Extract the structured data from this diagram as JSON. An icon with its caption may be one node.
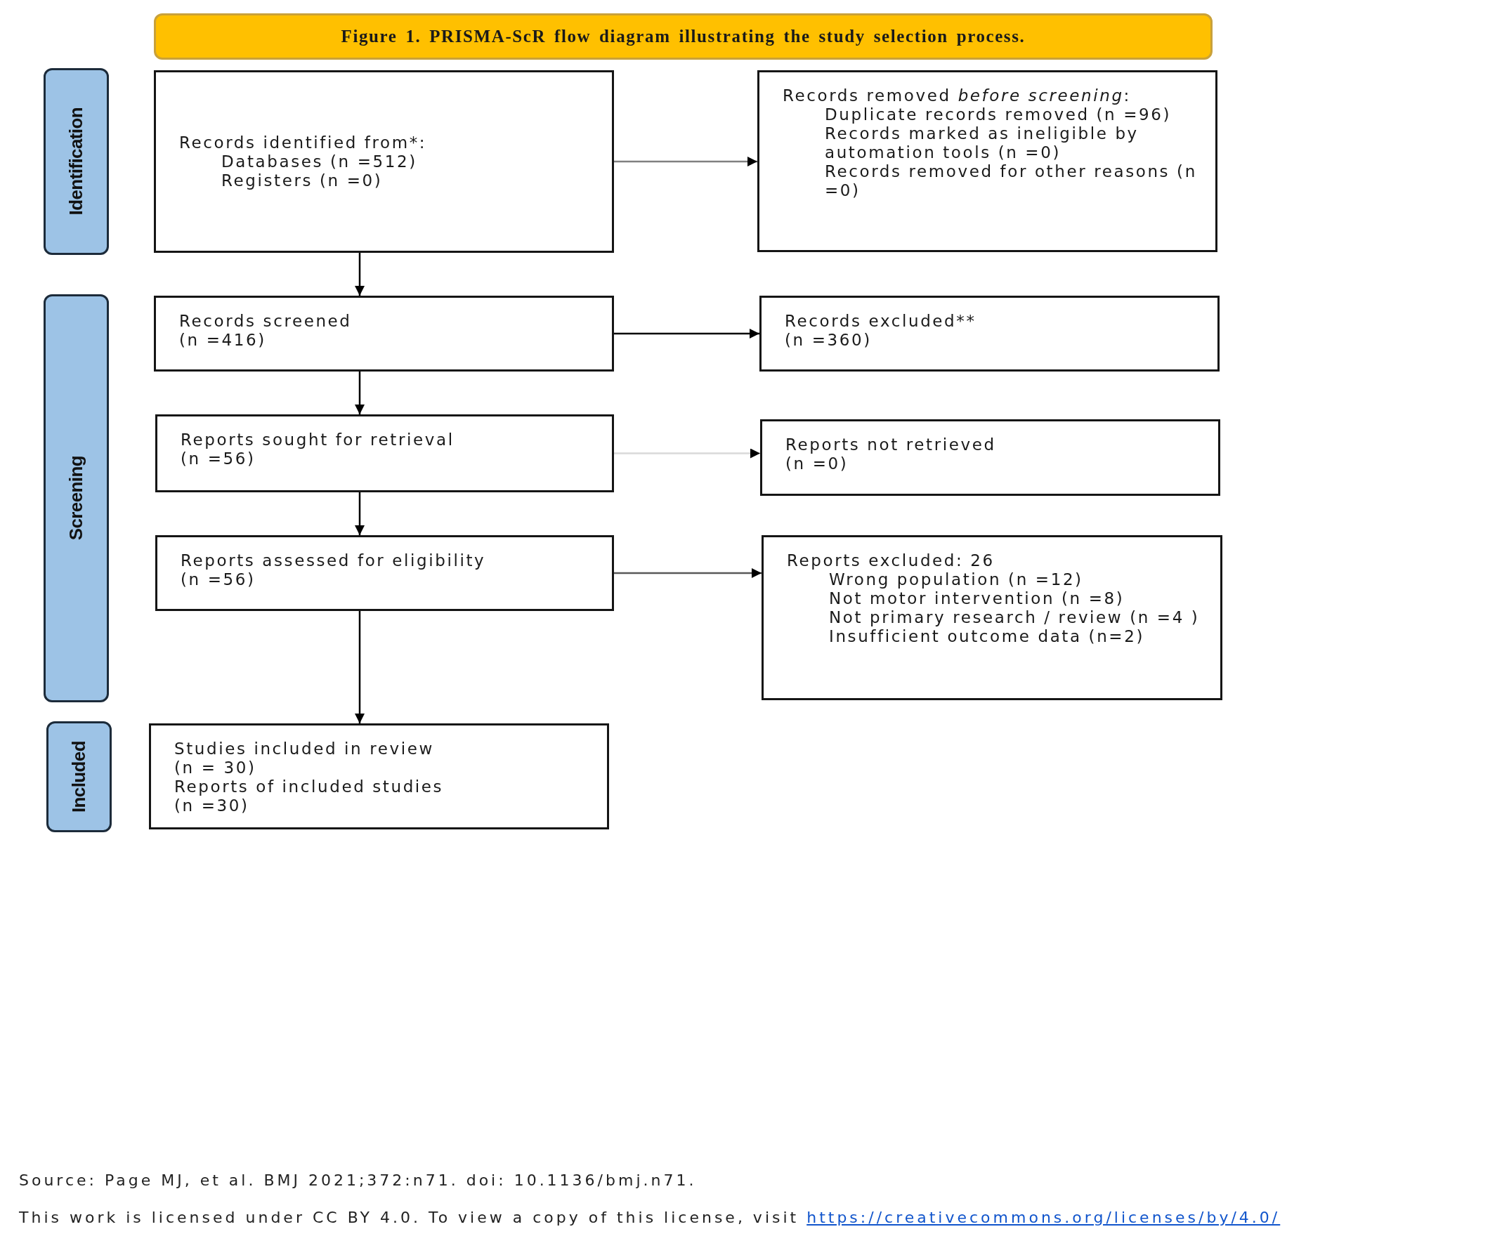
{
  "diagram": {
    "title": "Figure 1. PRISMA-ScR flow diagram illustrating the study selection process.",
    "nodes": [
      {
        "text": [
          "Identification"
        ]
      },
      {
        "text": [
          "Records identified from*:",
          "Databases (n =512)",
          "Registers (n =0)"
        ]
      },
      {
        "text": [
          "Records removed *before screening*:",
          "Duplicate records removed (n =96)",
          "Records marked as ineligible by automation tools (n =0)",
          "Records removed for other reasons (n =0)"
        ]
      },
      {
        "text": [
          "Screening"
        ]
      },
      {
        "text": [
          "Records screened",
          "(n =416)"
        ]
      },
      {
        "text": [
          "Records excluded**",
          "(n =360)"
        ]
      },
      {
        "text": [
          "Reports sought for retrieval",
          "(n =56)"
        ]
      },
      {
        "text": [
          "Reports not retrieved",
          "(n =0)"
        ]
      },
      {
        "text": [
          "Reports assessed for eligibility",
          "(n =56)"
        ]
      },
      {
        "text": [
          "Reports excluded: 26",
          "Wrong population (n =12)",
          "Not motor intervention (n =8)",
          "Not primary research / review (n =4 )",
          "Insufficient outcome data (n=2)"
        ]
      },
      {
        "text": [
          "Included"
        ]
      },
      {
        "text": [
          "Studies included in review",
          "(n = 30)",
          "Reports of included studies",
          "(n =30)"
        ]
      }
    ],
    "edges": [
      {
        "from": 1,
        "to": 2,
        "arrow": "to",
        "color": "#808080"
      },
      {
        "from": 1,
        "to": 4,
        "arrow": "to"
      },
      {
        "from": 4,
        "to": 5,
        "arrow": "to"
      },
      {
        "from": 4,
        "to": 6,
        "arrow": "to"
      },
      {
        "from": 6,
        "to": 7,
        "arrow": "to",
        "color": "#d9d9d9"
      },
      {
        "from": 6,
        "to": 8,
        "arrow": "to"
      },
      {
        "from": 8,
        "to": 9,
        "arrow": "to",
        "color": "#595959"
      },
      {
        "from": 8,
        "to": 11,
        "arrow": "to"
      }
    ],
    "labels": [
      "Source: Page MJ, et al. BMJ 2021;372:n71. doi: 10.1136/bmj.n71.",
      "This work is licensed under CC BY 4.0. To view a copy of this license, visit",
      "https://creativecommons.org/licenses/by/4.0/"
    ]
  }
}
